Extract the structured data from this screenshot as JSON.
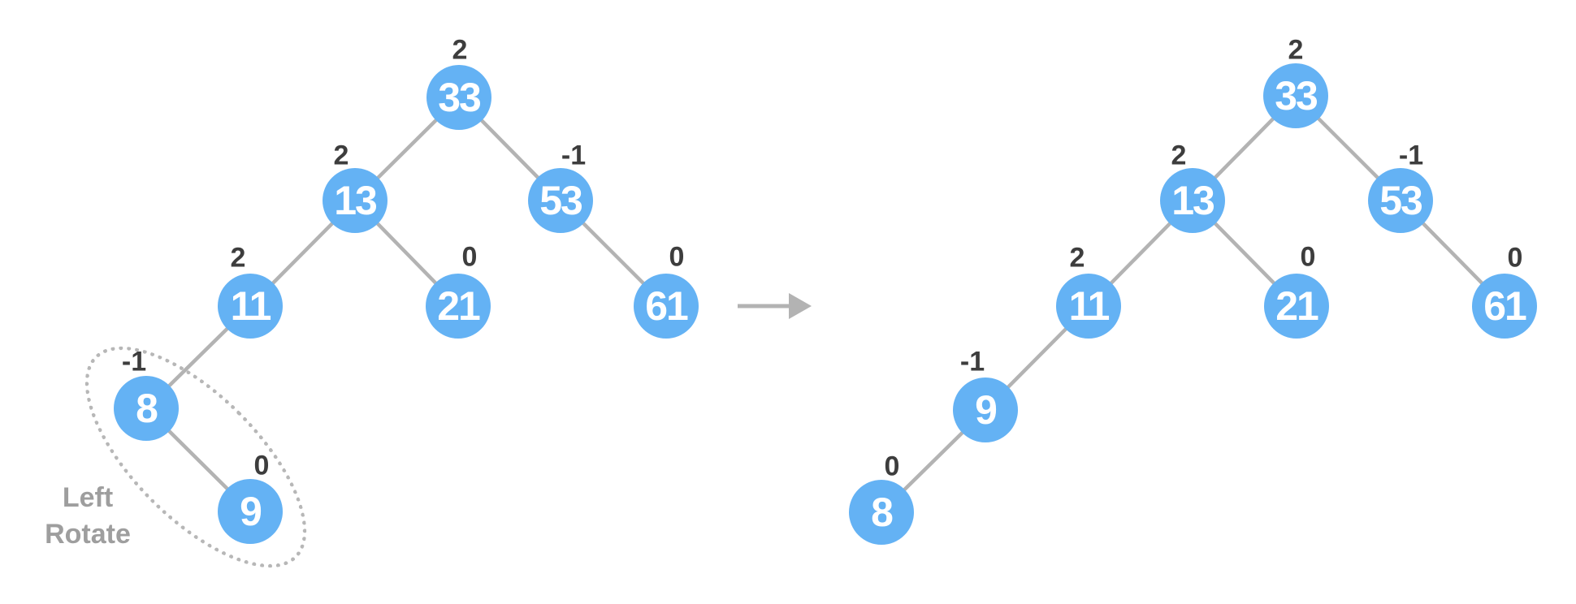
{
  "diagram_title": "AVL tree left rotation (before and after)",
  "colors": {
    "node_fill": "#64b2f4",
    "node_text": "#ffffff",
    "edge": "#b3b3b3",
    "balance_factor_text": "#3d3d3d",
    "annotation_text": "#9e9e9e",
    "highlight_dotted": "#b7b7b7",
    "arrow": "#b3b3b3",
    "background": "#ffffff"
  },
  "annotation": {
    "line1": "Left",
    "line2": "Rotate"
  },
  "arrow": {
    "direction": "right"
  },
  "before_tree": {
    "n33": {
      "value": "33",
      "bf": "2"
    },
    "n13": {
      "value": "13",
      "bf": "2"
    },
    "n53": {
      "value": "53",
      "bf": "-1"
    },
    "n11": {
      "value": "11",
      "bf": "2"
    },
    "n21": {
      "value": "21",
      "bf": "0"
    },
    "n61": {
      "value": "61",
      "bf": "0"
    },
    "n8": {
      "value": "8",
      "bf": "-1"
    },
    "n9": {
      "value": "9",
      "bf": "0"
    },
    "edges": [
      [
        "33",
        "13"
      ],
      [
        "33",
        "53"
      ],
      [
        "13",
        "11"
      ],
      [
        "13",
        "21"
      ],
      [
        "53",
        "61"
      ],
      [
        "11",
        "8"
      ],
      [
        "8",
        "9"
      ]
    ],
    "highlighted_nodes": [
      "8",
      "9"
    ]
  },
  "after_tree": {
    "n33": {
      "value": "33",
      "bf": "2"
    },
    "n13": {
      "value": "13",
      "bf": "2"
    },
    "n53": {
      "value": "53",
      "bf": "-1"
    },
    "n11": {
      "value": "11",
      "bf": "2"
    },
    "n21": {
      "value": "21",
      "bf": "0"
    },
    "n61": {
      "value": "61",
      "bf": "0"
    },
    "n9": {
      "value": "9",
      "bf": "-1"
    },
    "n8": {
      "value": "8",
      "bf": "0"
    },
    "edges": [
      [
        "33",
        "13"
      ],
      [
        "33",
        "53"
      ],
      [
        "13",
        "11"
      ],
      [
        "13",
        "21"
      ],
      [
        "53",
        "61"
      ],
      [
        "11",
        "9"
      ],
      [
        "9",
        "8"
      ]
    ]
  }
}
